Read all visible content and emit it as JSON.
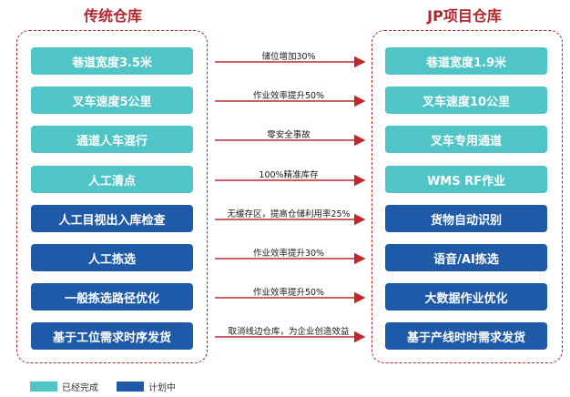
{
  "titles": {
    "left": "传统仓库",
    "right": "JP项目仓库"
  },
  "rows": [
    {
      "left": "巷道宽度3.5米",
      "note": "储位增加30%",
      "right": "巷道宽度1.9米",
      "status": "done"
    },
    {
      "left": "叉车速度5公里",
      "note": "作业效率提升50%",
      "right": "叉车速度10公里",
      "status": "done"
    },
    {
      "left": "通道人车混行",
      "note": "零安全事故",
      "right": "叉车专用通道",
      "status": "done"
    },
    {
      "left": "人工清点",
      "note": "100%精准库存",
      "right": "WMS RF作业",
      "status": "done"
    },
    {
      "left": "人工目视出入库检查",
      "note": "无缓存区，提高仓储利用率25%",
      "right": "货物自动识别",
      "status": "planned"
    },
    {
      "left": "人工拣选",
      "note": "作业效率提升30%",
      "right": "语音/AI拣选",
      "status": "planned"
    },
    {
      "left": "一般拣选路径优化",
      "note": "作业效率提升50%",
      "right": "大数据作业优化",
      "status": "planned"
    },
    {
      "left": "基于工位需求时序发货",
      "note": "取消线边仓库，为企业创造效益",
      "right": "基于产线时时需求发货",
      "status": "planned"
    }
  ],
  "legend": [
    {
      "label": "已经完成",
      "color": "#4fc5c8"
    },
    {
      "label": "计划中",
      "color": "#1f5aa8"
    }
  ],
  "colors": {
    "teal": "#4fc5c8",
    "blue": "#1f5aa8",
    "arrow": "#c0282e",
    "frame": "#a8262c",
    "title": "#b3262d"
  }
}
